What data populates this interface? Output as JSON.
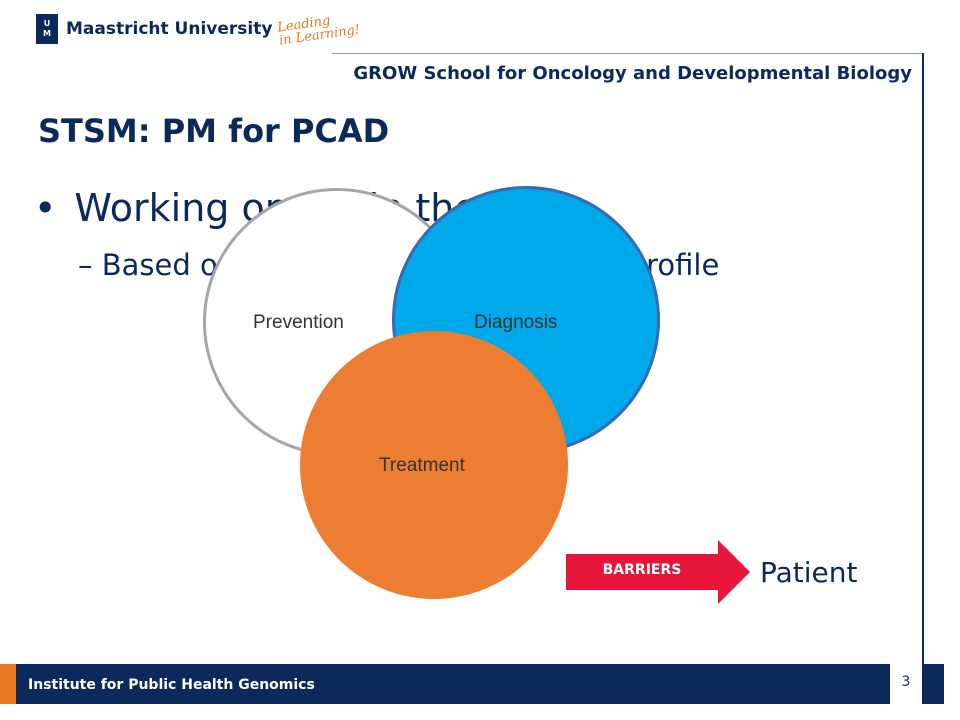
{
  "header": {
    "logo_mark_top": "U",
    "logo_mark_bottom": "M",
    "university": "Maastricht University",
    "slogan": "Leading\nin Learning!",
    "school": "GROW School for Oncology and Developmental Biology"
  },
  "slide": {
    "title": "STSM: PM for PCAD",
    "bullet": "Working on PM in the EU",
    "sub_bullet": "Based on individual patient-specific profile",
    "circles": {
      "prevention": "Prevention",
      "diagnosis": "Diagnosis",
      "treatment": "Treatment"
    },
    "arrow_label": "BARRIERS",
    "patient": "Patient"
  },
  "footer": {
    "institute": "Institute for Public Health Genomics",
    "page_number": "3"
  },
  "colors": {
    "navy": "#0b2a5b",
    "orange": "#e87722",
    "diagnosis": "#00a9ea",
    "treatment": "#ed7d31",
    "barriers": "#e8153a"
  }
}
